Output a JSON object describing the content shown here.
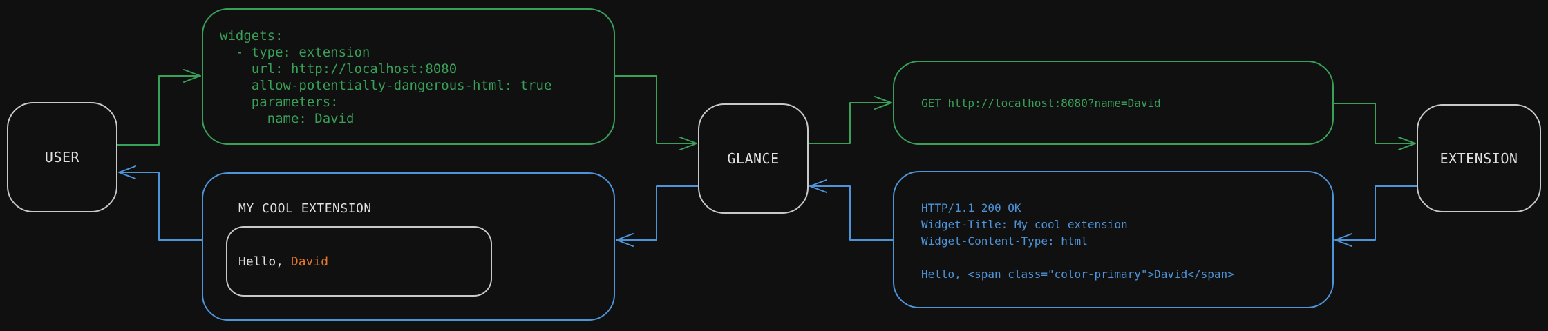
{
  "colors": {
    "bg": "#101010",
    "fg": "#e2e2e2",
    "border": "#c9c9c9",
    "green": "#38a058",
    "blue": "#4e94d8",
    "orange": "#e8762d"
  },
  "nodes": {
    "user": "USER",
    "glance": "GLANCE",
    "extension": "EXTENSION"
  },
  "config": {
    "code": "widgets:\n  - type: extension\n    url: http://localhost:8080\n    allow-potentially-dangerous-html: true\n    parameters:\n      name: David"
  },
  "request": {
    "code": "GET http://localhost:8080?name=David"
  },
  "response": {
    "code": "HTTP/1.1 200 OK\nWidget-Title: My cool extension\nWidget-Content-Type: html\n\nHello, <span class=\"color-primary\">David</span>"
  },
  "widget": {
    "title": "MY COOL EXTENSION",
    "greeting_prefix": "Hello, ",
    "greeting_name": "David"
  }
}
